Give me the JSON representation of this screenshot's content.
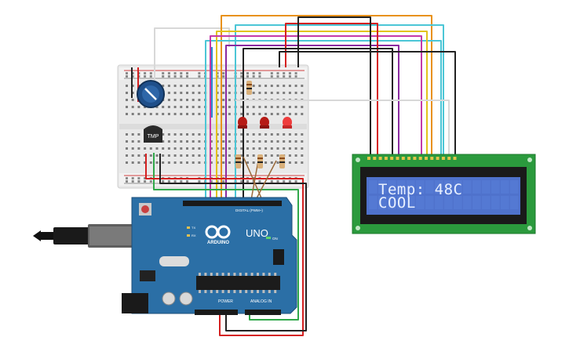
{
  "lcd": {
    "line1": "Temp: 48C",
    "line2": "COOL",
    "bg_color": "#4f72cc",
    "text_color": "#e8f0ff",
    "pcb_color": "#2b9a3d"
  },
  "arduino": {
    "model": "UNO",
    "brand": "ARDUINO",
    "digital_label": "DIGITAL (PWM~)",
    "analog_label": "ANALOG IN",
    "power_label": "POWER",
    "on_label": "ON",
    "tx_label": "TX",
    "rx_label": "RX",
    "board_color": "#2b6fa6"
  },
  "breadboard": {
    "sensor_label": "TMP",
    "led_colors": [
      "#c0201a",
      "#c0201a",
      "#e83a3a"
    ]
  },
  "wire_colors": {
    "red": "#d42020",
    "black": "#222222",
    "orange": "#e8911a",
    "yellow": "#e2c21c",
    "cyan": "#4cc6d6",
    "magenta": "#c43aa8",
    "purple": "#8a2aa0",
    "green": "#30a84a",
    "white": "#d8d8d8",
    "brown": "#9a6a3a",
    "blue": "#2a8ad0"
  }
}
